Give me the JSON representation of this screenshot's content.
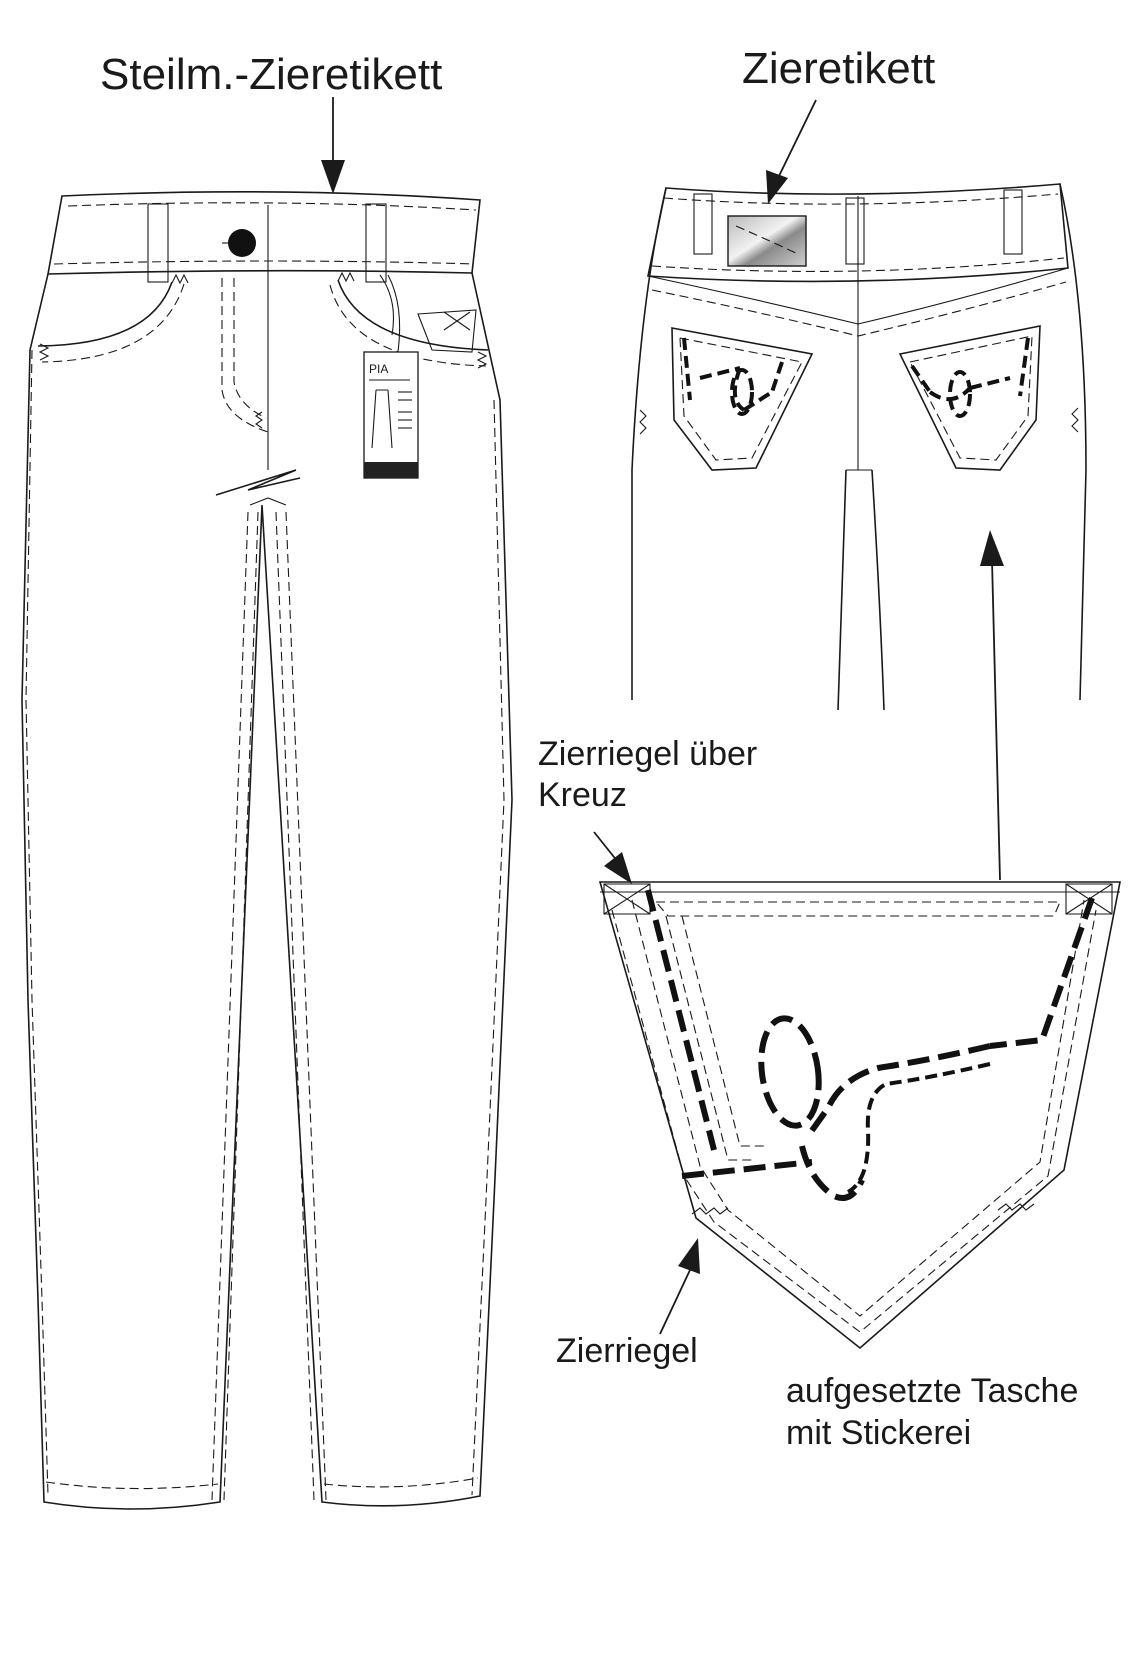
{
  "labels": {
    "front_label": "Steilm.-Zieretikett",
    "back_label": "Zieretikett",
    "cross_tack_line1": "Zierriegel über",
    "cross_tack_line2": "Kreuz",
    "bartack": "Zierriegel",
    "patch_pocket_line1": "aufgesetzte Tasche",
    "patch_pocket_line2": "mit Stickerei"
  },
  "hangtag": {
    "brand": "PIA"
  }
}
